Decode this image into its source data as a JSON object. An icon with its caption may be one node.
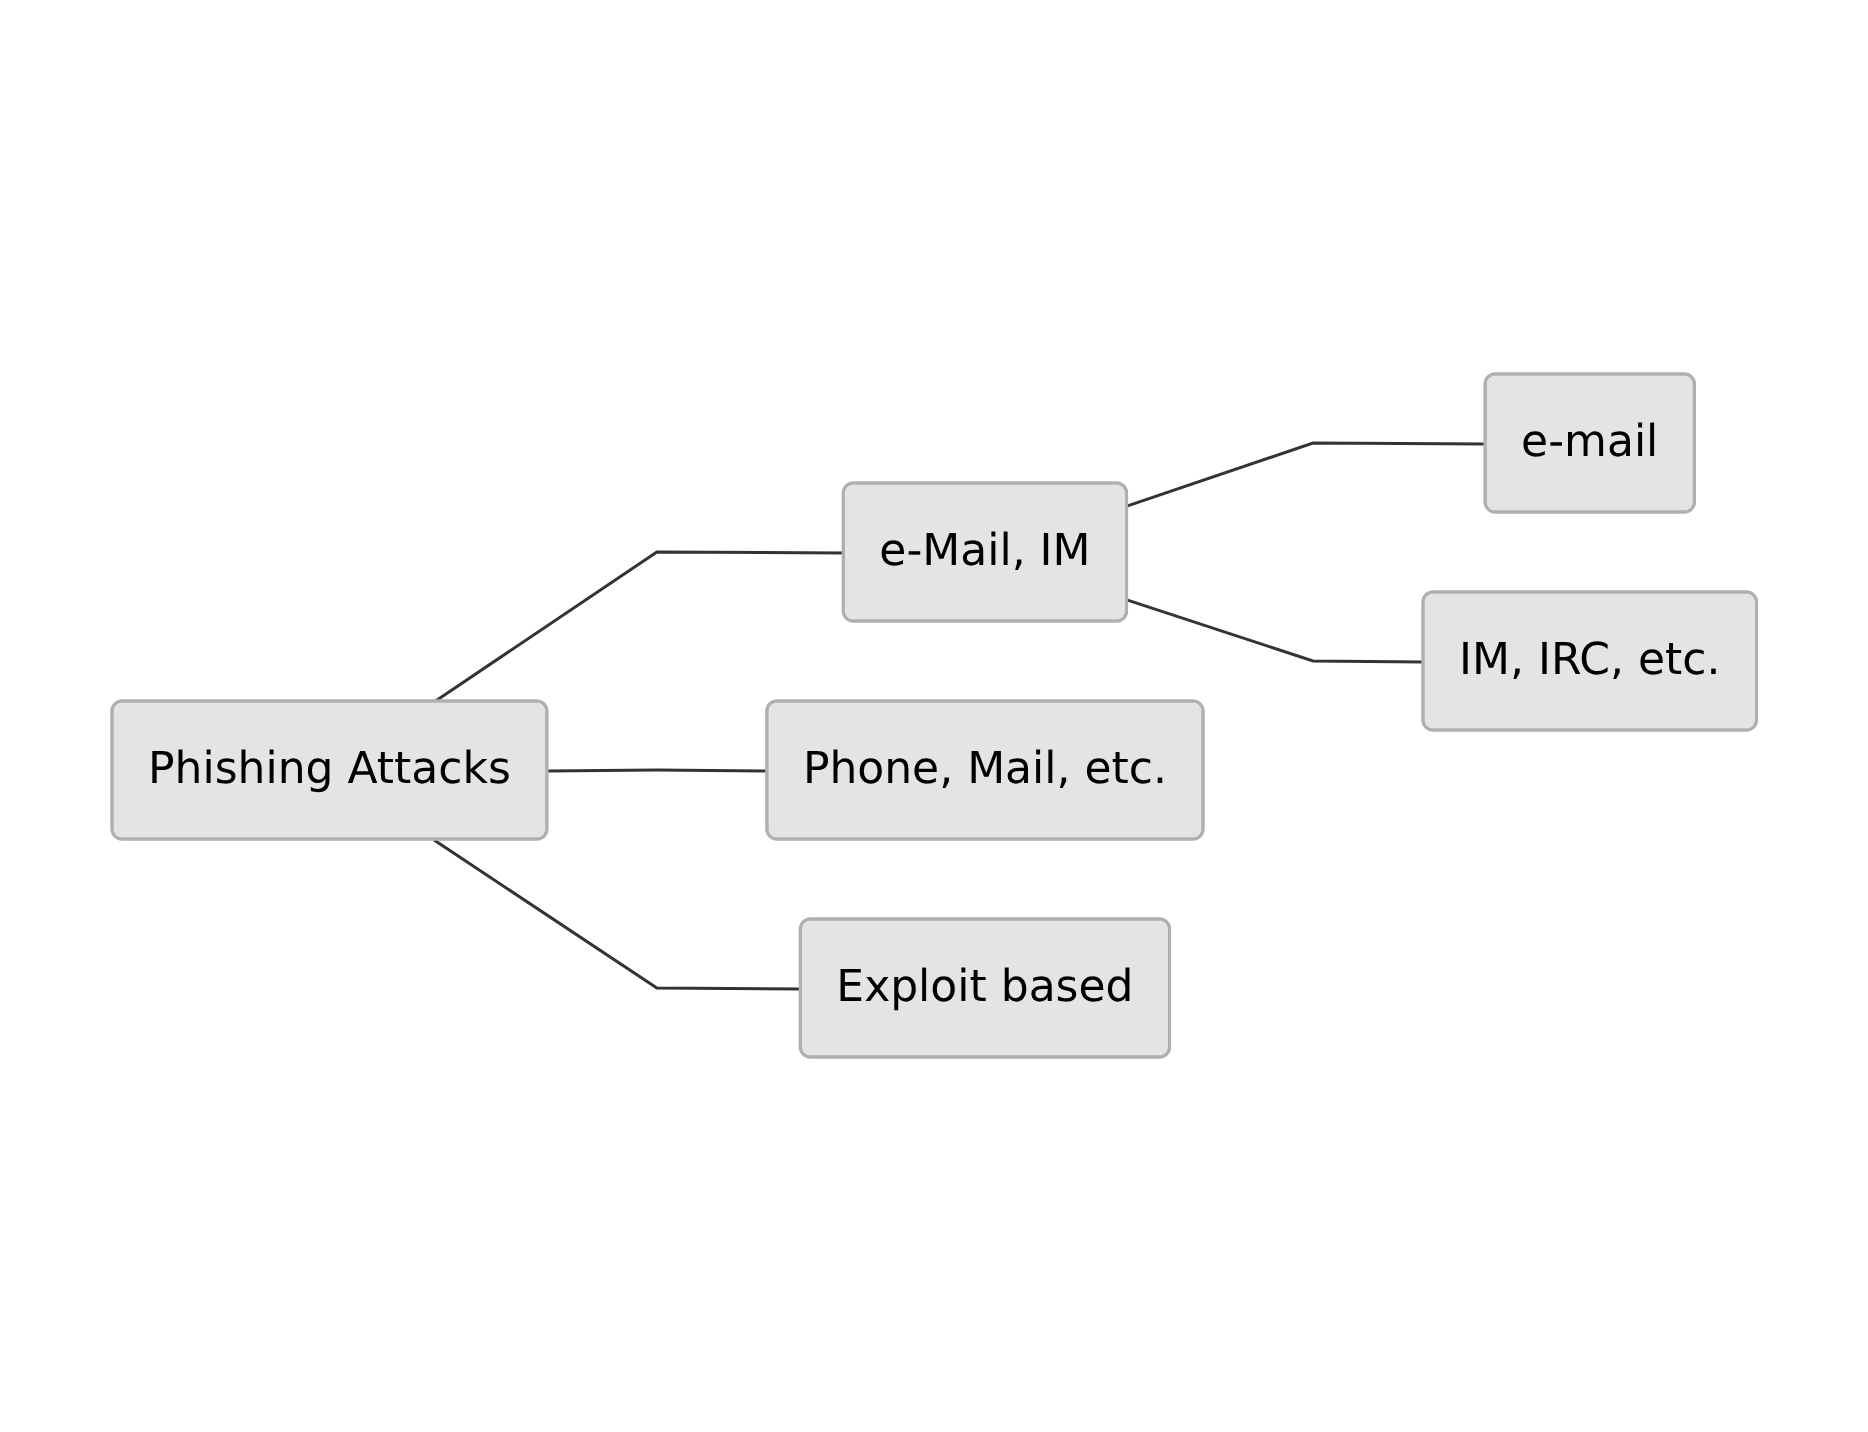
{
  "diagram": {
    "nodes": [
      {
        "text": [
          "Phishing Attacks"
        ]
      },
      {
        "text": [
          "e-Mail, IM"
        ]
      },
      {
        "text": [
          "e-mail"
        ]
      },
      {
        "text": [
          "IM, IRC, etc."
        ]
      },
      {
        "text": [
          "Phone, Mail, etc."
        ]
      },
      {
        "text": [
          "Exploit based"
        ]
      }
    ],
    "edges": [
      {
        "from": 0,
        "to": 1,
        "arrow": "none"
      },
      {
        "from": 1,
        "to": 2,
        "arrow": "none"
      },
      {
        "from": 1,
        "to": 3,
        "arrow": "none"
      },
      {
        "from": 0,
        "to": 4,
        "arrow": "none"
      },
      {
        "from": 0,
        "to": 5,
        "arrow": "none"
      }
    ]
  }
}
